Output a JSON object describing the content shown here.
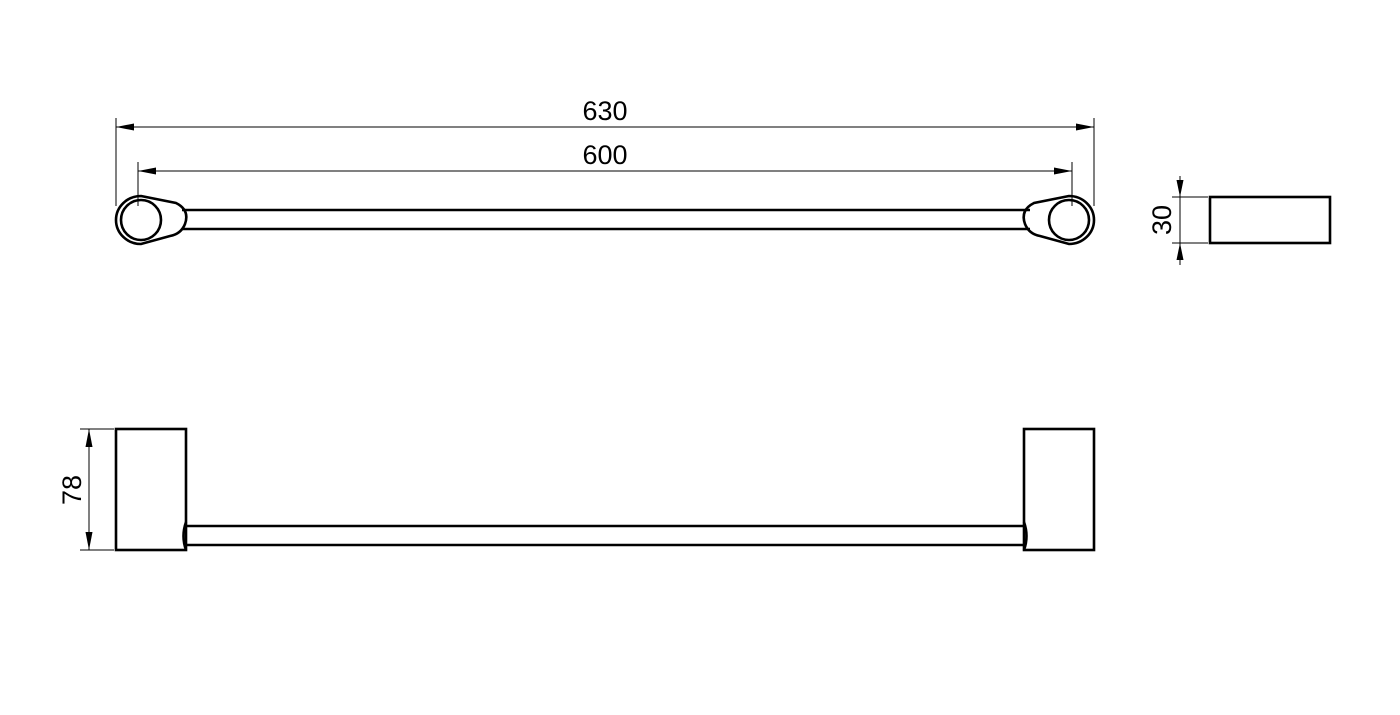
{
  "drawing": {
    "top_view": {
      "overall_length": "630",
      "bar_length": "600"
    },
    "side_view": {
      "depth": "30"
    },
    "front_view": {
      "height": "78"
    }
  }
}
